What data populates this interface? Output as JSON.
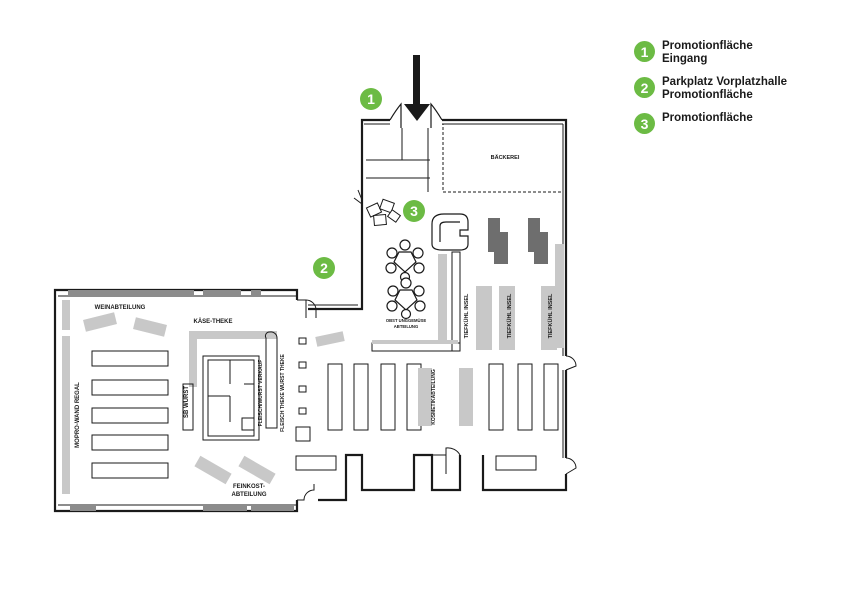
{
  "legend": {
    "items": [
      {
        "number": "1",
        "lines": [
          "Promotionfläche",
          "Eingang"
        ]
      },
      {
        "number": "2",
        "lines": [
          "Parkplatz Vorplatzhalle",
          "Promotionfläche"
        ]
      },
      {
        "number": "3",
        "lines": [
          "Promotionfläche"
        ]
      }
    ]
  },
  "markers": [
    {
      "number": "1"
    },
    {
      "number": "2"
    },
    {
      "number": "3"
    }
  ],
  "areas": {
    "baeckerei": "BÄCKEREI",
    "weinabteilung": "WEINABTEILUNG",
    "kaese_theke": "KÄSE-THEKE",
    "mopro_wand_regal": "MOPRO-WAND REGAL",
    "sb_wurst": "SB WURST",
    "fleisch_wurst_verkauf": "FLEISCH/WURST VERKAUF",
    "fleisch_theke_wurst_theke": "FLEISCH THEKE WURST THEKE",
    "feinkost_line1": "FEINKOST-",
    "feinkost_line2": "ABTEILUNG",
    "obst_line1": "OBST UNGGEMÜSE",
    "obst_line2": "ABTEILUNG",
    "kosmetik": "KOSMETIKABTEILUNG",
    "tiefkuehl_1": "TIEFKÜHL INSEL",
    "tiefkuehl_2": "TIEFKÜHL INSEL",
    "tiefkuehl_3": "TIEFKÜHL INSEL"
  },
  "colors": {
    "marker_green": "#6cbb44",
    "wall": "#1a1a1a",
    "fixture_gray": "#c8c8c8",
    "dark_fixture": "#6e6e6e"
  },
  "icons": {
    "entrance": "entrance-arrow-icon"
  }
}
